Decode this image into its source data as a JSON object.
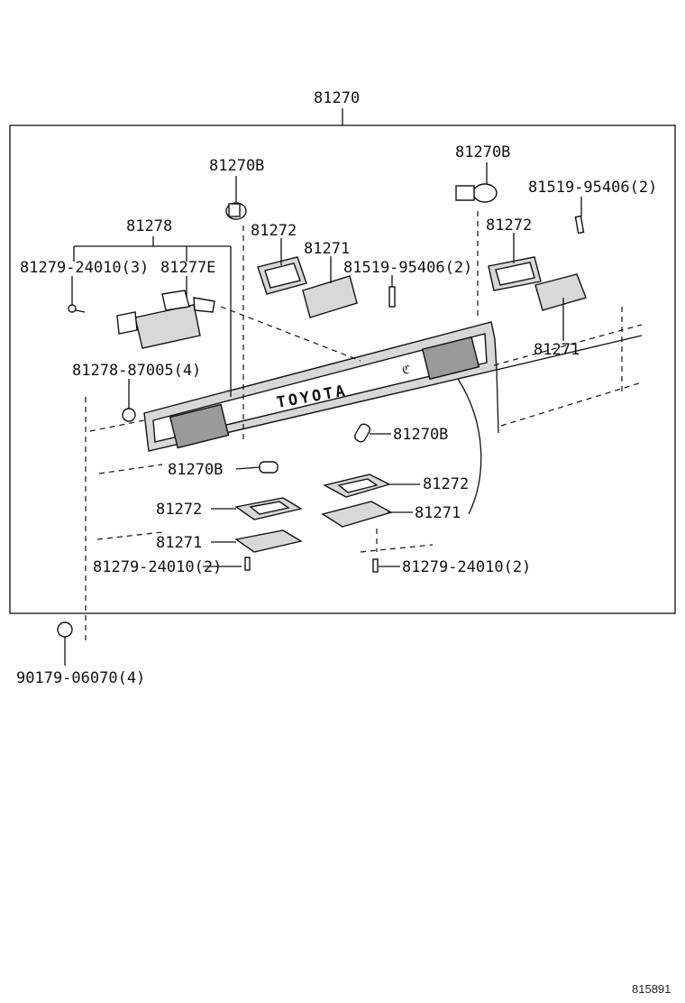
{
  "labels": {
    "assembly": "81270",
    "bulb_upper_left": "81270B",
    "bulb_upper_right": "81270B",
    "screw_upper_right": "81519-95406(2)",
    "base_left_top": "81278",
    "gasket_upper_left": "81272",
    "lens_upper_left": "81271",
    "gasket_upper_right": "81272",
    "screw_upper_left": "81279-24010(3)",
    "socket_left": "81277E",
    "screw_mid": "81519-95406(2)",
    "lens_upper_right": "81271",
    "nut_left": "81278-87005(4)",
    "bulb_center": "81270B",
    "bulb_lower_left": "81270B",
    "gasket_lower_right": "81272",
    "gasket_lower_left": "81272",
    "lens_lower_right": "81271",
    "lens_lower_left": "81271",
    "screw_lower_left": "81279-24010(2)",
    "screw_lower_right": "81279-24010(2)",
    "nut_outside": "90179-06070(4)",
    "drawing_number": "815891",
    "emblem_text": "TOYOTA"
  }
}
